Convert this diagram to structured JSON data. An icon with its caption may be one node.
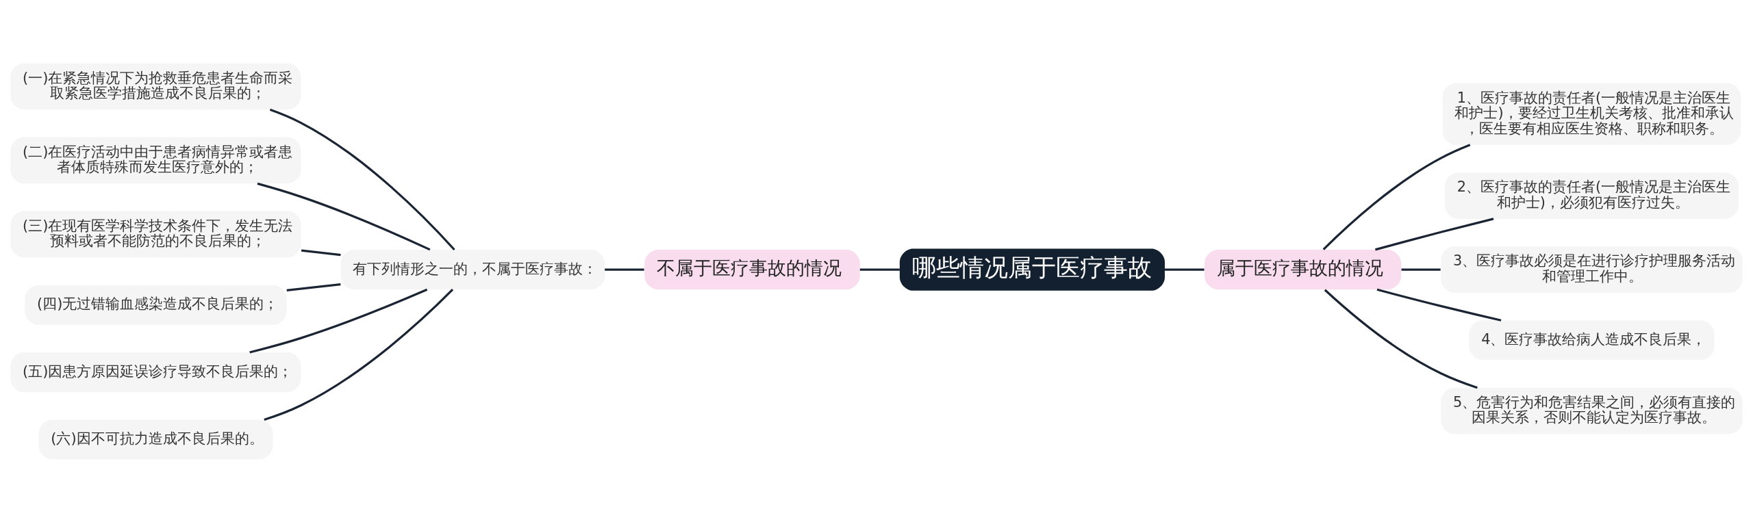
{
  "diagram": {
    "nodes": [
      {
        "text": [
          "哪些情况属于医疗事故"
        ]
      },
      {
        "text": [
          "不属于医疗事故的情况"
        ]
      },
      {
        "text": [
          "有下列情形之一的，不属于医疗事故："
        ]
      },
      {
        "text": [
          "(一)在紧急情况下为抢救垂危患者生命而采取紧急医学措施造成不良后果的；"
        ]
      },
      {
        "text": [
          "(二)在医疗活动中由于患者病情异常或者患者体质特殊而发生医疗意外的；"
        ]
      },
      {
        "text": [
          "(三)在现有医学科学技术条件下，发生无法预料或者不能防范的不良后果的；"
        ]
      },
      {
        "text": [
          "(四)无过错输血感染造成不良后果的；"
        ]
      },
      {
        "text": [
          "(五)因患方原因延误诊疗导致不良后果的；"
        ]
      },
      {
        "text": [
          "(六)因不可抗力造成不良后果的。"
        ]
      },
      {
        "text": [
          "属于医疗事故的情况"
        ]
      },
      {
        "text": [
          "1、医疗事故的责任者(一般情况是主治医生和护士)，要经过卫生机关考核、批准和承认，医生要有相应医生资格、职称和职务。"
        ]
      },
      {
        "text": [
          "2、医疗事故的责任者(一般情况是主治医生和护士)，必须犯有医疗过失。"
        ]
      },
      {
        "text": [
          "3、医疗事故必须是在进行诊疗护理服务活动和管理工作中。"
        ]
      },
      {
        "text": [
          "4、医疗事故给病人造成不良后果，"
        ]
      },
      {
        "text": [
          "5、危害行为和危害结果之间，必须有直接的因果关系，否则不能认定为医疗事故。"
        ]
      }
    ],
    "edges": [
      {
        "from": 3,
        "to": 2,
        "arrow": "none"
      },
      {
        "from": 4,
        "to": 2,
        "arrow": "none"
      },
      {
        "from": 5,
        "to": 2,
        "arrow": "none"
      },
      {
        "from": 6,
        "to": 2,
        "arrow": "none"
      },
      {
        "from": 7,
        "to": 2,
        "arrow": "none"
      },
      {
        "from": 8,
        "to": 2,
        "arrow": "none"
      },
      {
        "from": 2,
        "to": 1,
        "arrow": "none"
      },
      {
        "from": 1,
        "to": 0,
        "arrow": "none"
      },
      {
        "from": 0,
        "to": 9,
        "arrow": "none"
      },
      {
        "from": 9,
        "to": 10,
        "arrow": "none"
      },
      {
        "from": 9,
        "to": 11,
        "arrow": "none"
      },
      {
        "from": 9,
        "to": 12,
        "arrow": "none"
      },
      {
        "from": 9,
        "to": 13,
        "arrow": "none"
      },
      {
        "from": 9,
        "to": 14,
        "arrow": "none"
      }
    ]
  }
}
